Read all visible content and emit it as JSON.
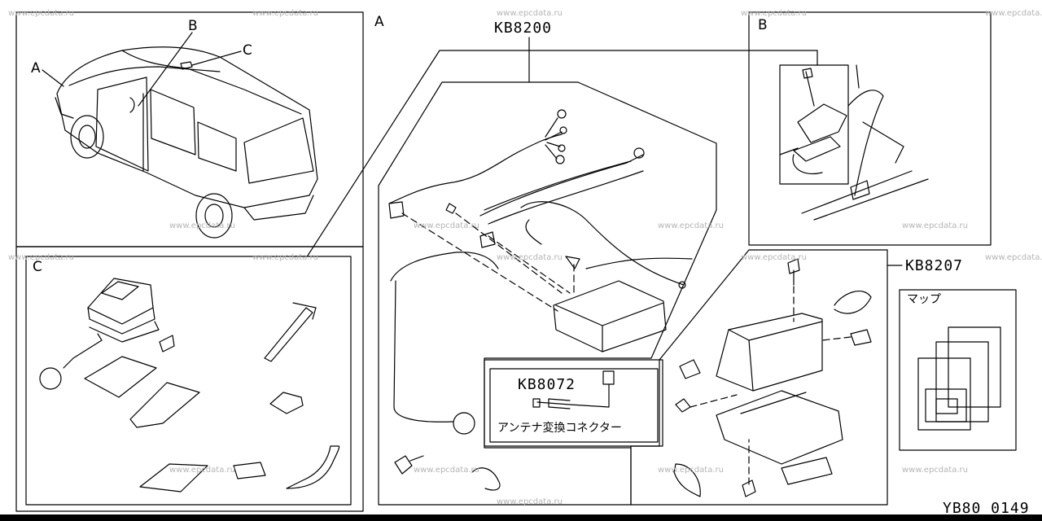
{
  "watermark": "www.epcdata.ru",
  "part_codes": {
    "kit_a": "KB8200",
    "kit_b": "KB8207",
    "antenna": "KB8072"
  },
  "view_labels": {
    "a": "A",
    "b": "B",
    "c": "C"
  },
  "antenna_connector_label": "アンテナ変換コネクター",
  "map_label": "マップ",
  "diagram_id": "YB80 0149"
}
